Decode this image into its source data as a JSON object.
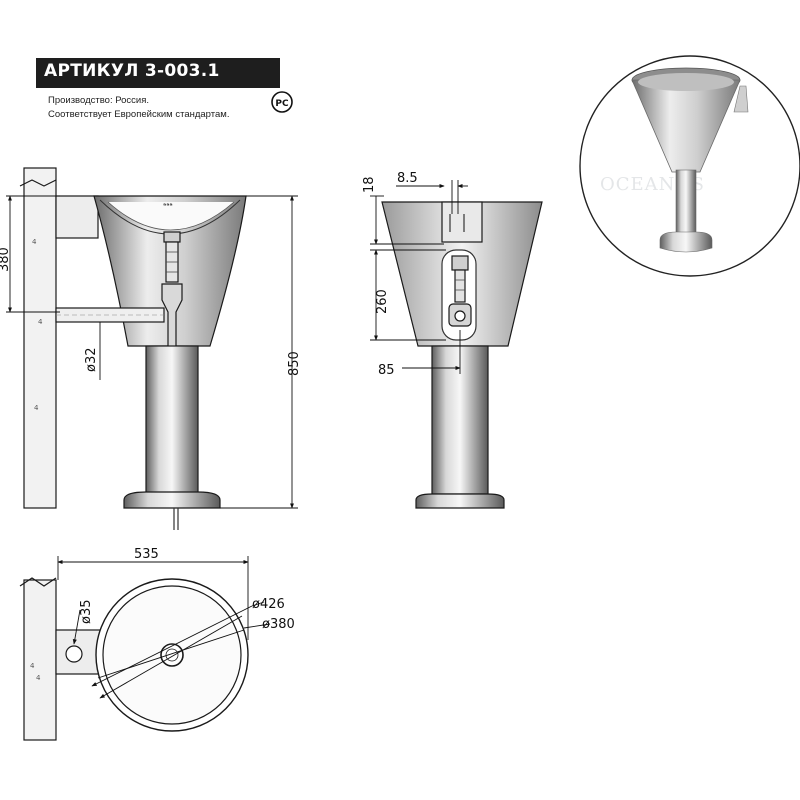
{
  "header": {
    "title": "АРТИКУЛ 3-003.1",
    "line1": "Производство: Россия.",
    "line2": "Соответствует Европейским стандартам.",
    "cert_mark": "РС"
  },
  "photo": {
    "watermark": "OCEANUS"
  },
  "front_view": {
    "dims": {
      "height_top": "380",
      "drain_dia": "ø32",
      "total_height": "850"
    }
  },
  "side_view": {
    "dims": {
      "top_offset": "18",
      "bracket_width": "8.5",
      "drain_height": "260",
      "bottom_offset": "85"
    }
  },
  "plan_view": {
    "dims": {
      "width": "535",
      "pipe_dia": "ø35",
      "outer_dia": "ø426",
      "inner_dia": "ø380"
    }
  },
  "colors": {
    "title_bg": "#1e1e1e",
    "title_fg": "#ffffff",
    "line": "#1a1a1a",
    "wall_fill": "#f2f2f2",
    "steel_light": "#f4f4f4",
    "steel_mid": "#b8b8b8",
    "steel_dark": "#6a6a6a"
  }
}
